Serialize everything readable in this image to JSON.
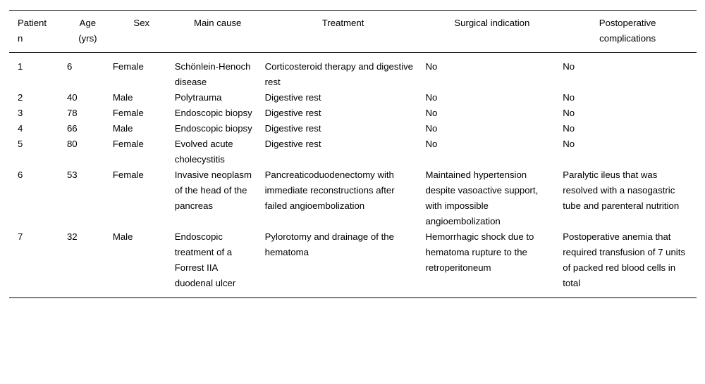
{
  "table": {
    "columns": [
      {
        "key": "patient",
        "label_line1": "Patient",
        "label_line2": "n",
        "align": "left"
      },
      {
        "key": "age",
        "label_line1": "Age",
        "label_line2": "(yrs)",
        "align": "center"
      },
      {
        "key": "sex",
        "label_line1": "Sex",
        "label_line2": "",
        "align": "center"
      },
      {
        "key": "cause",
        "label_line1": "Main cause",
        "label_line2": "",
        "align": "center"
      },
      {
        "key": "treatment",
        "label_line1": "Treatment",
        "label_line2": "",
        "align": "center"
      },
      {
        "key": "indication",
        "label_line1": "Surgical indication",
        "label_line2": "",
        "align": "center"
      },
      {
        "key": "complication",
        "label_line1": "Postoperative",
        "label_line2": "complications",
        "align": "center"
      }
    ],
    "headers": {
      "patient_line1": "Patient",
      "patient_line2": "n",
      "age_line1": "Age",
      "age_line2": "(yrs)",
      "sex": "Sex",
      "cause": "Main cause",
      "treatment": "Treatment",
      "indication": "Surgical indication",
      "complication_line1": "Postoperative",
      "complication_line2": "complications"
    },
    "rows": [
      {
        "patient": "1",
        "age": "6",
        "sex": "Female",
        "cause": "Schönlein-Henoch disease",
        "treatment": "Corticosteroid therapy and digestive rest",
        "indication": "No",
        "complication": "No"
      },
      {
        "patient": "2",
        "age": "40",
        "sex": "Male",
        "cause": "Polytrauma",
        "treatment": "Digestive rest",
        "indication": "No",
        "complication": "No"
      },
      {
        "patient": "3",
        "age": "78",
        "sex": "Female",
        "cause": "Endoscopic biopsy",
        "treatment": "Digestive rest",
        "indication": "No",
        "complication": "No"
      },
      {
        "patient": "4",
        "age": "66",
        "sex": "Male",
        "cause": "Endoscopic biopsy",
        "treatment": "Digestive rest",
        "indication": "No",
        "complication": "No"
      },
      {
        "patient": "5",
        "age": "80",
        "sex": "Female",
        "cause": "Evolved acute cholecystitis",
        "treatment": "Digestive rest",
        "indication": "No",
        "complication": "No"
      },
      {
        "patient": "6",
        "age": "53",
        "sex": "Female",
        "cause": "Invasive neoplasm of the head of the pancreas",
        "treatment": "Pancreaticoduodenectomy with immediate reconstructions after failed angioembolization",
        "indication": "Maintained hypertension despite vasoactive support, with impossible angioembolization",
        "complication": "Paralytic ileus that was resolved with a nasogastric tube and parenteral nutrition"
      },
      {
        "patient": "7",
        "age": "32",
        "sex": "Male",
        "cause": "Endoscopic treatment of a Forrest IIA duodenal ulcer",
        "treatment": "Pylorotomy and drainage of the hematoma",
        "indication": "Hemorrhagic shock due to hematoma rupture to the retroperitoneum",
        "complication": "Postoperative anemia that required transfusion of 7 units of packed red blood cells in total"
      }
    ]
  },
  "style": {
    "rule_color": "#000000",
    "text_color": "#000000",
    "background": "#ffffff"
  }
}
